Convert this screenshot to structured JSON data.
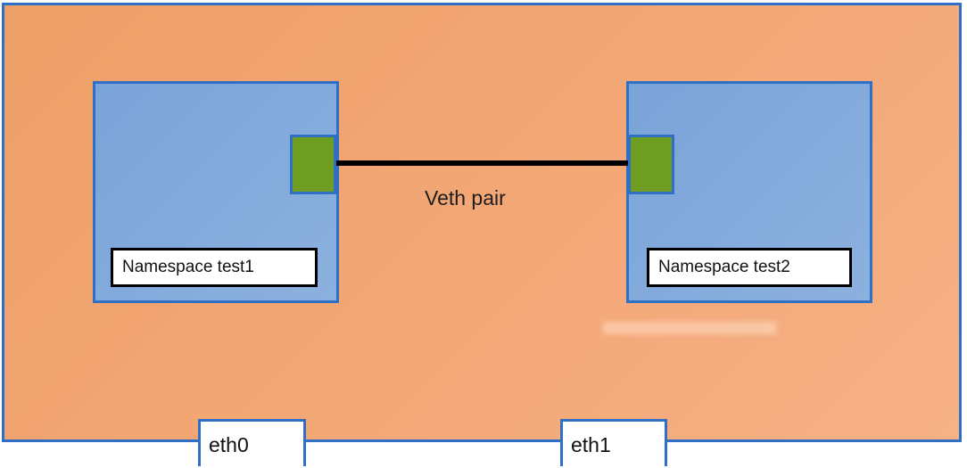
{
  "diagram": {
    "veth_label": "Veth pair",
    "namespaces": [
      {
        "label": "Namespace test1"
      },
      {
        "label": "Namespace test2"
      }
    ],
    "interfaces": [
      {
        "label": "eth0"
      },
      {
        "label": "eth1"
      }
    ],
    "colors": {
      "host_fill": "#f3a877",
      "namespace_fill": "#8cb1df",
      "veth_end_fill": "#6e9d21",
      "border_blue": "#2f6fc6",
      "link_line": "#000000"
    }
  }
}
